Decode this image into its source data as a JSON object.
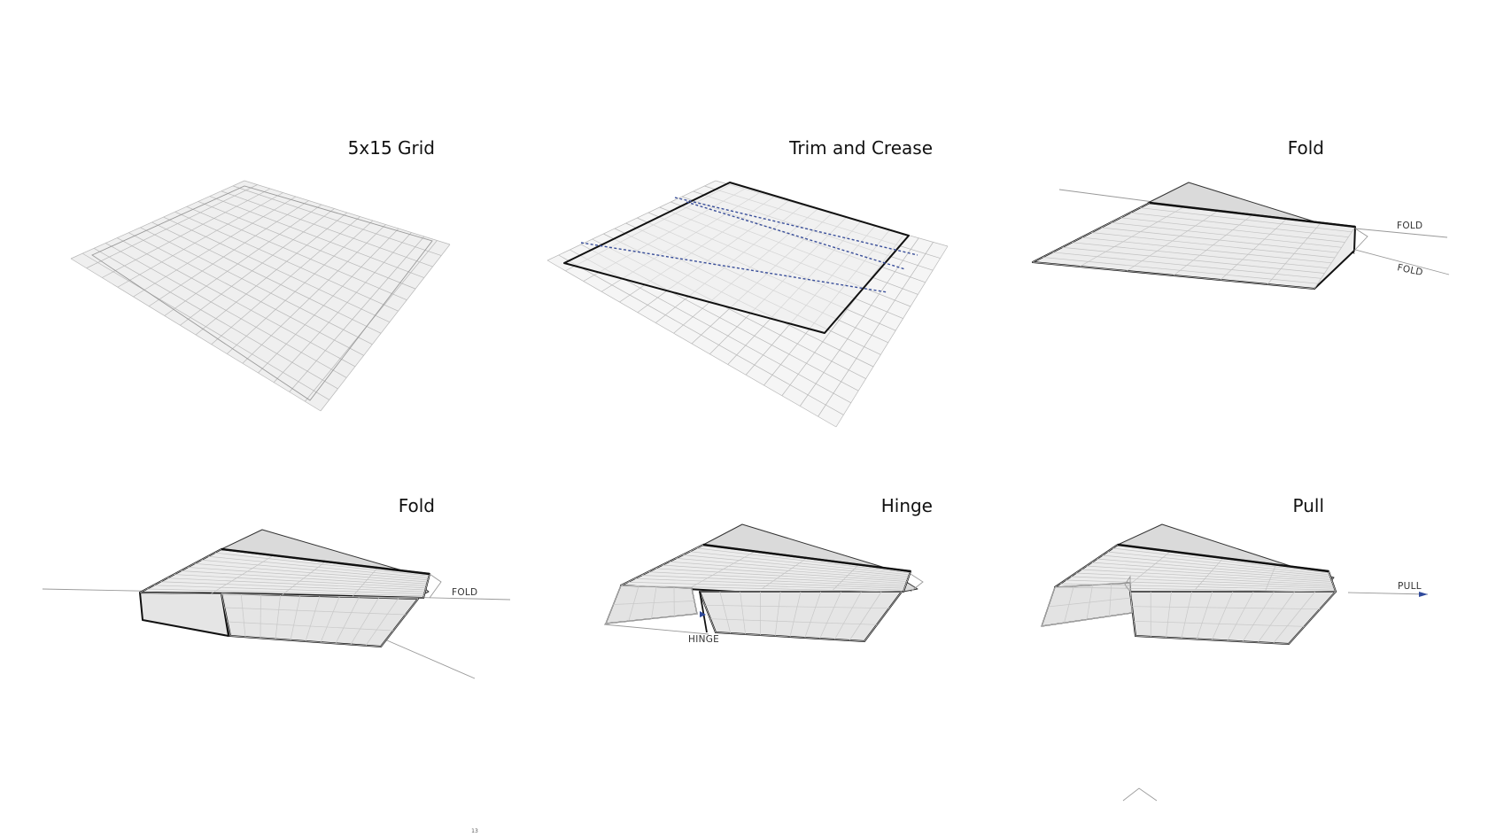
{
  "panels": [
    {
      "id": "grid",
      "title": "5x15 Grid",
      "labels": []
    },
    {
      "id": "trim",
      "title": "Trim and Crease",
      "labels": []
    },
    {
      "id": "fold1",
      "title": "Fold",
      "labels": [
        "FOLD",
        "FOLD"
      ]
    },
    {
      "id": "fold2",
      "title": "Fold",
      "labels": [
        "FOLD"
      ]
    },
    {
      "id": "hinge",
      "title": "Hinge",
      "labels": [
        "HINGE"
      ]
    },
    {
      "id": "pull",
      "title": "Pull",
      "labels": [
        "PULL"
      ]
    }
  ],
  "page_number": "13",
  "colors": {
    "accent": "#2f4a9c",
    "line": "#111111",
    "grid": "#b8b8b8",
    "fill": "#efefef"
  }
}
